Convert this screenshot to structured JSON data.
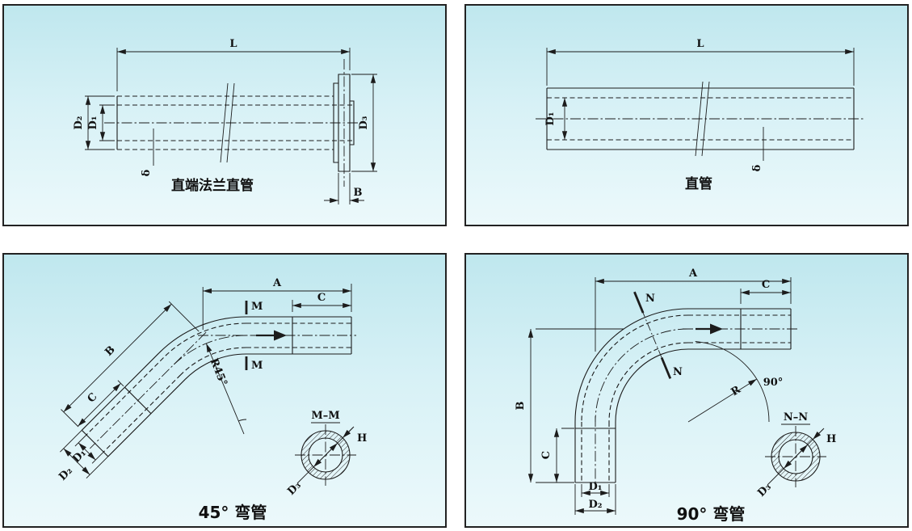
{
  "colors": {
    "line": "#1c1c1c",
    "panel_border": "#222222",
    "panel_bg_top": "#bfe7ee",
    "panel_bg_bottom": "#ecf9fb"
  },
  "panels": {
    "flanged_pipe": {
      "title": "直端法兰直管",
      "dims": {
        "L": "L",
        "D1": "D₁",
        "D2": "D₂",
        "D3": "D₃",
        "delta": "δ",
        "B": "B"
      }
    },
    "straight_pipe": {
      "title": "直管",
      "dims": {
        "L": "L",
        "D1": "D₁",
        "delta": "δ"
      }
    },
    "bend45": {
      "title": "45° 弯管",
      "dims": {
        "A": "A",
        "B": "B",
        "C": "C",
        "C2": "C",
        "D1": "D₁",
        "D2": "D₂",
        "D3": "D₃",
        "H": "H",
        "R": "R45°",
        "M": "M",
        "section": "M–M"
      }
    },
    "bend90": {
      "title": "90° 弯管",
      "dims": {
        "A": "A",
        "B": "B",
        "C": "C",
        "C2": "C",
        "D1": "D₁",
        "D2": "D₂",
        "D3": "D₃",
        "H": "H",
        "R": "R",
        "angle": "90°",
        "N": "N",
        "section": "N–N"
      }
    }
  }
}
